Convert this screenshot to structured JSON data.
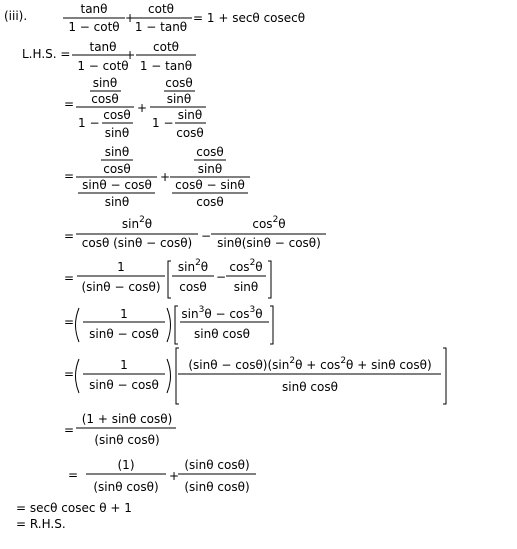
{
  "problem_label": "(iii).",
  "theta": "θ",
  "eq": {
    "f1_num": "tanθ",
    "f1_den": "1 − cotθ",
    "plus": "+",
    "f2_num": "cotθ",
    "f2_den": "1 − tanθ",
    "rhs": "= 1 + secθ cosecθ"
  },
  "lhs_label": "L.H.S. =",
  "eqs": "=",
  "minus": "−",
  "one_minus": "1 −",
  "sin": "sinθ",
  "cos": "cosθ",
  "s3": {
    "a_num": "sinθ − cosθ",
    "b_num": "cosθ − sinθ"
  },
  "s4": {
    "sq2": "2",
    "sin_pre": "sin",
    "cos_pre": "cos",
    "t": "θ",
    "den1": "cosθ (sinθ − cosθ)",
    "den2": "sinθ(sinθ − cosθ)"
  },
  "s5": {
    "one": "1",
    "den": "(sinθ − cosθ)"
  },
  "s6": {
    "one": "1",
    "den": "sinθ − cosθ",
    "num_a": "sin",
    "num_sup1": "3",
    "num_b": "θ − cos",
    "num_sup2": "3",
    "num_c": "θ",
    "den2": "sinθ cosθ"
  },
  "s7": {
    "one": "1",
    "den": "sinθ − cosθ",
    "n1": "(sinθ − cosθ)(sin",
    "n_sup1": "2",
    "n2": "θ + cos",
    "n_sup2": "2",
    "n3": "θ + sinθ cosθ)",
    "den2": "sinθ cosθ"
  },
  "s8": {
    "num": "(1 + sinθ  cosθ)",
    "den": "(sinθ  cosθ)"
  },
  "s9": {
    "num1": "(1)",
    "den1": "(sinθ  cosθ)",
    "num2": "(sinθ  cosθ)",
    "den2": "(sinθ  cosθ)"
  },
  "final1": "= secθ cosec θ + 1",
  "final2": "= R.H.S."
}
